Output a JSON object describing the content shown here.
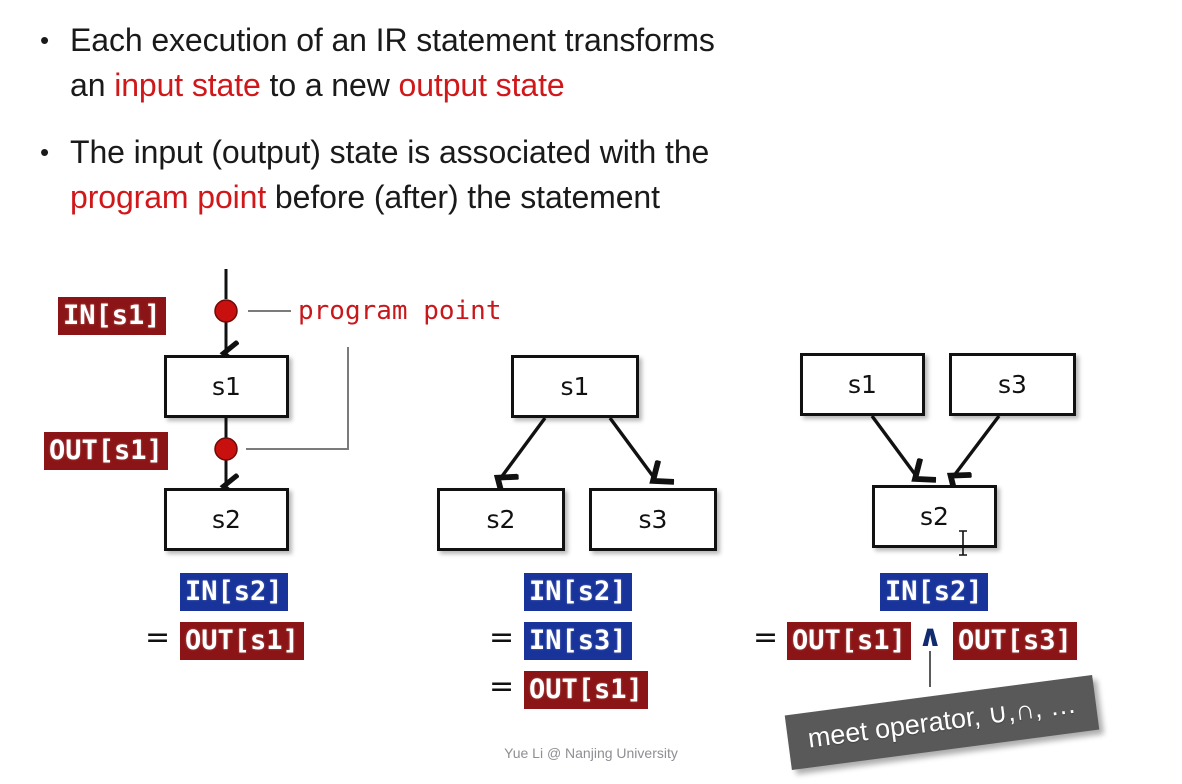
{
  "slide": {
    "bullets": [
      {
        "marker": "•",
        "segments": [
          {
            "text": "Each execution of an IR statement transforms an ",
            "style": "plain"
          },
          {
            "text": "input state",
            "style": "red"
          },
          {
            "text": " to a new ",
            "style": "plain"
          },
          {
            "text": "output state",
            "style": "red"
          }
        ],
        "line1_a": "Each execution of an IR statement transforms",
        "line2_a": "an ",
        "line2_red1": "input state",
        "line2_b": " to a new ",
        "line2_red2": "output state"
      },
      {
        "marker": "•",
        "line1_a": "The input (output) state is associated with the",
        "line2_red1": "program point",
        "line2_b": " before (after) the statement"
      }
    ],
    "footer": "Yue Li @ Nanjing University"
  },
  "colors": {
    "accent_red_text": "#d0181b",
    "tag_red_bg": "#8b1516",
    "tag_blue_bg": "#18339a",
    "program_point_red": "#c8181c",
    "meet_gray": "#595959",
    "node_dot_red": "#c8110f",
    "box_border": "#111111"
  },
  "diagram1": {
    "name": "sequential-statements",
    "callout_label": "program point",
    "boxes": [
      {
        "id": "d1-s1",
        "label": "s1"
      },
      {
        "id": "d1-s2",
        "label": "s2"
      }
    ],
    "tags": [
      {
        "id": "d1-in-s1",
        "label": "IN[s1]",
        "color": "red"
      },
      {
        "id": "d1-out-s1",
        "label": "OUT[s1]",
        "color": "red"
      }
    ],
    "equation": [
      {
        "eq": "",
        "label": "IN[s2]",
        "color": "blue"
      },
      {
        "eq": "=",
        "label": "OUT[s1]",
        "color": "red"
      }
    ]
  },
  "diagram2": {
    "name": "branch-statements",
    "boxes": [
      {
        "id": "d2-s1",
        "label": "s1"
      },
      {
        "id": "d2-s2",
        "label": "s2"
      },
      {
        "id": "d2-s3",
        "label": "s3"
      }
    ],
    "equation": [
      {
        "eq": "",
        "label": "IN[s2]",
        "color": "blue"
      },
      {
        "eq": "=",
        "label": "IN[s3]",
        "color": "blue"
      },
      {
        "eq": "=",
        "label": "OUT[s1]",
        "color": "red"
      }
    ]
  },
  "diagram3": {
    "name": "merge-statements",
    "boxes": [
      {
        "id": "d3-s1",
        "label": "s1"
      },
      {
        "id": "d3-s3",
        "label": "s3"
      },
      {
        "id": "d3-s2",
        "label": "s2"
      }
    ],
    "equation": {
      "lhs": "IN[s2]",
      "lhs_color": "blue",
      "eq": "=",
      "term1": "OUT[s1]",
      "operator": "∧",
      "term2": "OUT[s3]",
      "term_color": "red"
    },
    "meet_note": "meet operator, ∪,∩, …"
  }
}
